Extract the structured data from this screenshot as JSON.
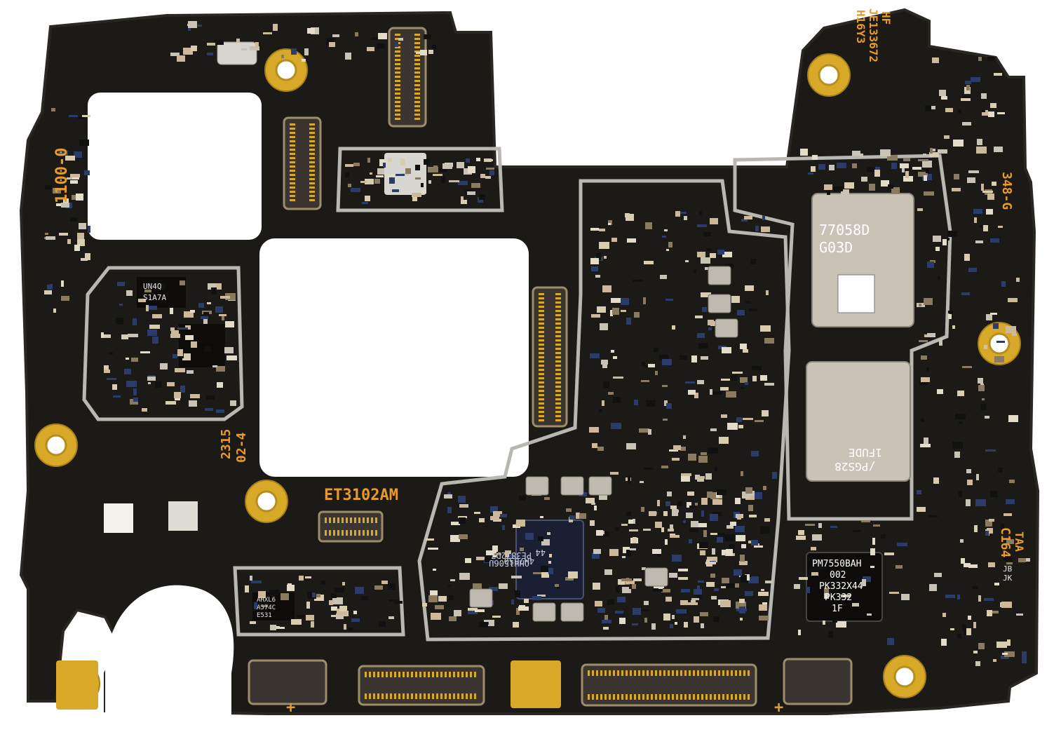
{
  "colors": {
    "background": "#ffffff",
    "board": "#1c1a17",
    "board_edge": "#2a2622",
    "gold": "#d8a928",
    "gold_dark": "#a8801a",
    "shield": "#b9b7b2",
    "silk_orange": "#e89a2a",
    "silk_white": "#e8e6e0",
    "chip_silver": "#c9c3b5",
    "component_beige": "#cbb99a"
  },
  "labels": {
    "board_id": "ET3102AM",
    "date_code_1": "2315",
    "date_code_2": "02-4",
    "side_code": "1100-0",
    "top_right_1": "JE133672",
    "top_right_2": "H16Y3",
    "top_right_3": "HF",
    "right_code_1": "348-G",
    "right_code_2": "C164",
    "right_code_3": "TAA",
    "plus_1": "+",
    "plus_2": "+"
  },
  "chips": {
    "rf_module_line1": "77058D",
    "rf_module_line2": "G03D",
    "modem_line1": "/PGS28",
    "modem_line2": "1FUDE",
    "pmic_line1": "PM7550BAH",
    "pmic_line2": "002",
    "pmic_line3": "PK332X44",
    "pmic_line4": "PK332",
    "pmic_line5": "1F",
    "qorvo_line1": "QHH1506U",
    "qorvo_line2": "4H7850",
    "qorvo_line3": "PE3872D7",
    "qorvo_line4": "44",
    "small_line1": "UN4Q",
    "small_line2": "S1A7A",
    "small2_line1": "AHXL6",
    "small2_line2": "A574C",
    "small2_line3": "E531",
    "jb_line1": "JB",
    "jb_line2": "JK"
  }
}
